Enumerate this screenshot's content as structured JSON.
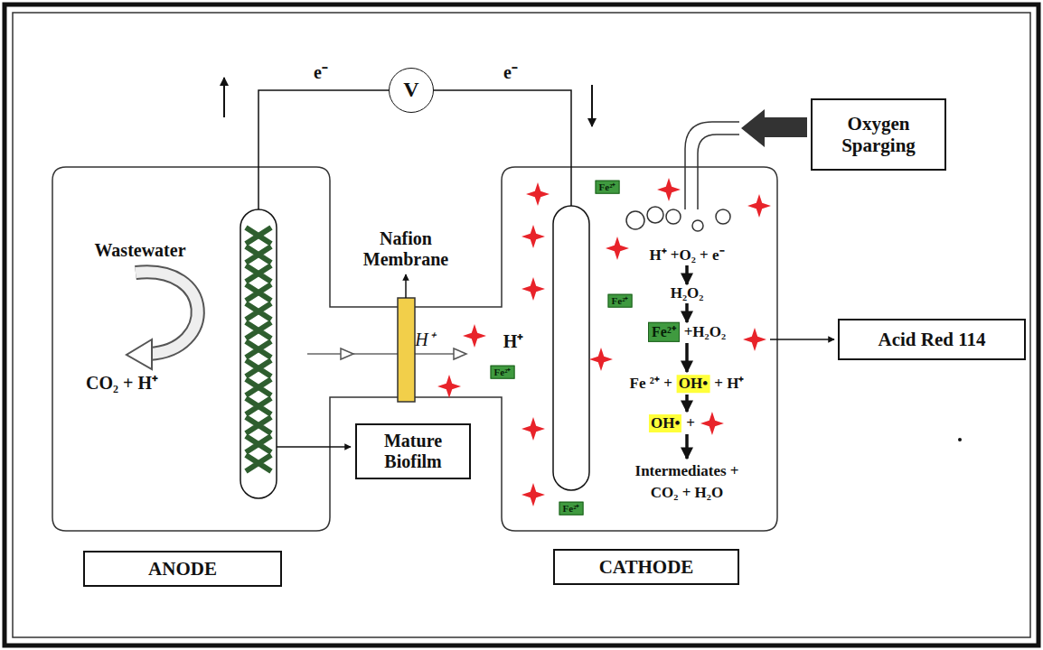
{
  "diagram": {
    "nodes": [
      {
        "text": [
          "V"
        ]
      },
      {
        "text": [
          "Oxygen Sparging"
        ]
      },
      {
        "text": [
          "Mature Biofilm"
        ]
      },
      {
        "text": [
          "Acid Red 114"
        ]
      },
      {
        "text": [
          "ANODE"
        ]
      },
      {
        "text": [
          "CATHODE"
        ]
      }
    ],
    "labels": [
      "e⁻",
      "e⁻",
      "Nafion Membrane",
      "Wastewater",
      "CO₂ + H⁺",
      "H⁺",
      "H⁺",
      "Fe²⁺",
      "Fe²⁺",
      "Fe²⁺",
      "Fe²⁺",
      "H⁺ +O₂ + e⁻",
      "H₂O₂",
      "Fe²⁺",
      "+H₂O₂",
      "Fe ²⁺ +",
      "OH•",
      "+ H⁺",
      "OH•",
      "+",
      "Intermediates +",
      "CO₂ + H₂O"
    ]
  }
}
